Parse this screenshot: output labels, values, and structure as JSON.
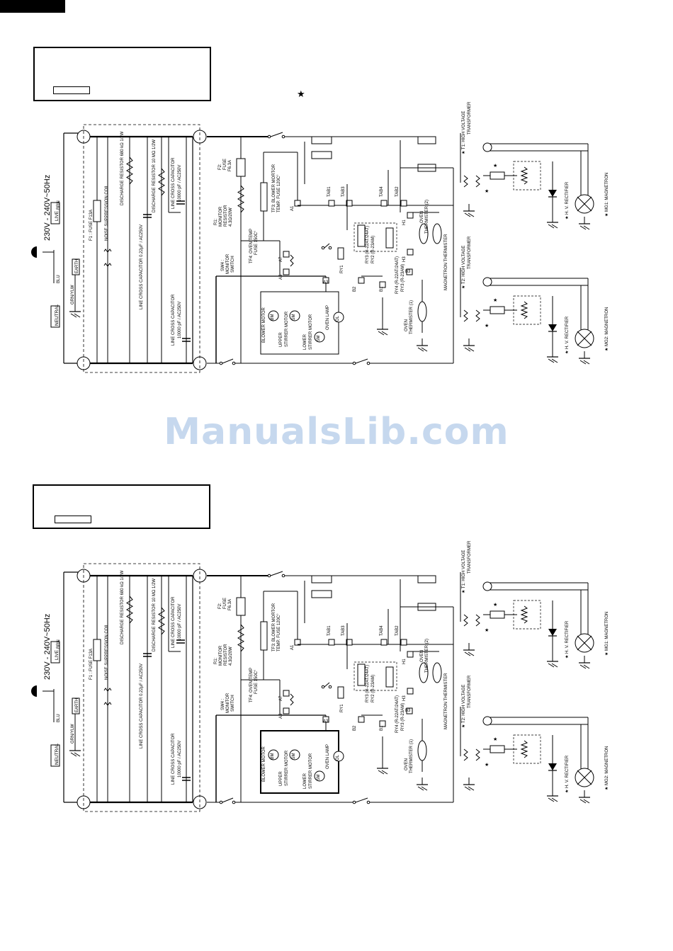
{
  "header": {
    "star_symbol": "★"
  },
  "watermark": {
    "text": "ManualsLib.com"
  },
  "diagram_labels": {
    "supply": "230V - 240V~50Hz",
    "live": "LIVE",
    "brn": "BRN",
    "earth": "EARTH",
    "grn_ylw": "GRN/YLW",
    "blu": "BLU",
    "neutral": "NEUTRAL",
    "fuse_f1": "F1 : FUSE F13A",
    "noise_coil": "NOISE SUPPRESSION COIL",
    "discharge_680": "DISCHARGE RESISTOR 680 kΩ 1/2W",
    "line_cross_022": "LINE CROSS CAPACITOR 0.22μF / AC250V",
    "discharge_10m": "DISCHARGE RESISTOR 10 MΩ 1/2W",
    "line_cross_10000a": "LINE CROSS CAPACITOR",
    "line_cross_10000a2": "10000 pF / AC250V",
    "line_cross_10000b": "LINE CROSS CAPACITOR",
    "line_cross_10000b2": "10000 pF / AC250V",
    "f2_fuse": "F2:",
    "f2_fuse2": "FUSE",
    "f2_fuse3": "F6.3A",
    "r1_monitor": "R1:",
    "r1_monitor2": "MONITOR",
    "r1_monitor3": "RESISTOR",
    "r1_monitor4": "4.3Ω/20W",
    "tf3_1": "TF3: BLOWER MORTOR",
    "tf3_2": "TEMP. FUSE 120C°",
    "tf4_1": "TF4: OVEN TEMP",
    "tf4_2": "FUSE 150C°",
    "sw4_1": "SW4 :",
    "sw4_2": "MONITOR",
    "sw4_3": "SWITCH",
    "a1": "A1",
    "a7": "A7",
    "a5": "A5",
    "a3": "A3",
    "ry1": "RY1",
    "b2": "B2",
    "b1": "B1",
    "b3": "B3",
    "h1": "H1",
    "h3": "H3",
    "tab1": "TAB1",
    "tab3": "TAB3",
    "tab4": "TAB4",
    "tab2": "TAB2",
    "ry3_1": "RY3 (R-22AT/24AT)",
    "ry3_2": "RY2 (R-23AM)",
    "ry4_1": "RY4 (R-22AT/24AT)",
    "ry4_2": "RY3 (R-23AM)",
    "oven_th2_1": "OVEN",
    "oven_th2_2": "THERMISTER (2)",
    "mag_th": "MAGNETRON THERMISTER",
    "oven_th1_1": "OVEN",
    "oven_th1_2": "THERMISTER (1)",
    "blower_motor": "BLOWER MOTOR",
    "upper_stirrer_1": "UPPER",
    "upper_stirrer_2": "STIRRER MOTOR",
    "lower_stirrer_1": "LOWER",
    "lower_stirrer_2": "STIRRER MOTOR",
    "oven_lamp": "OVEN LAMP",
    "bm": "BM",
    "sm": "SM",
    "ol": "OL",
    "t1": "★ T1: HIGH VOLTAGE",
    "t1b": "TRANSFORMER",
    "t2": "★ T2: HIGH VOLTAGE",
    "t2b": "TRANSFORMER",
    "hv_rect": "★ H. V. RECTIFIER",
    "mg1": "★ MG1: MAGNETRON",
    "mg2": "★ MG2: MAGNETRON",
    "star": "★"
  }
}
